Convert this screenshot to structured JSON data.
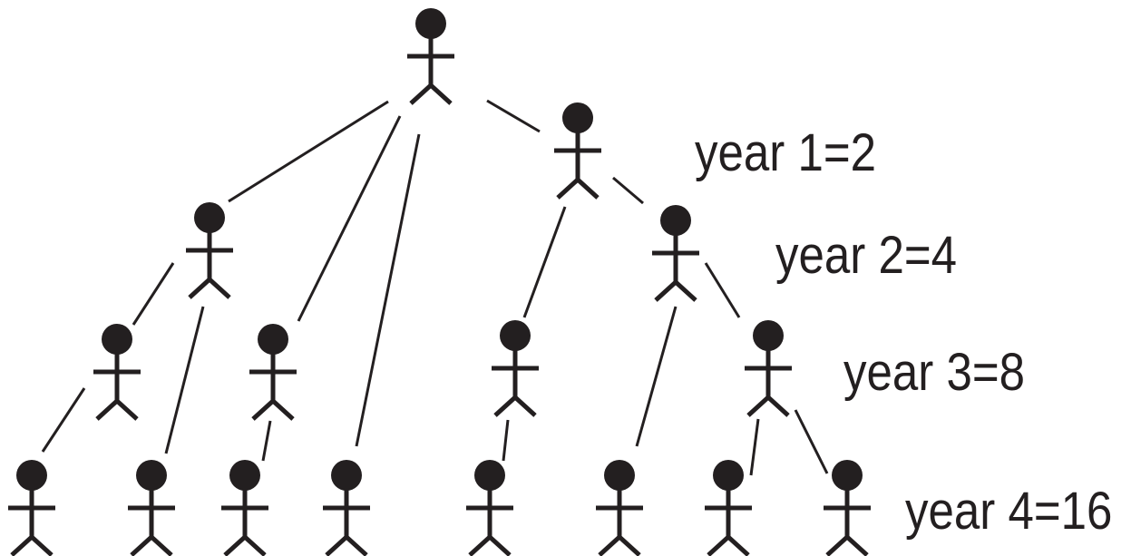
{
  "colors": {
    "ink": "#231f20",
    "background": "#ffffff"
  },
  "figure": {
    "icon": "stick-person-icon"
  },
  "labels": {
    "year1": "year 1=2",
    "year2": "year 2=4",
    "year3": "year 3=8",
    "year4": "year 4=16"
  }
}
